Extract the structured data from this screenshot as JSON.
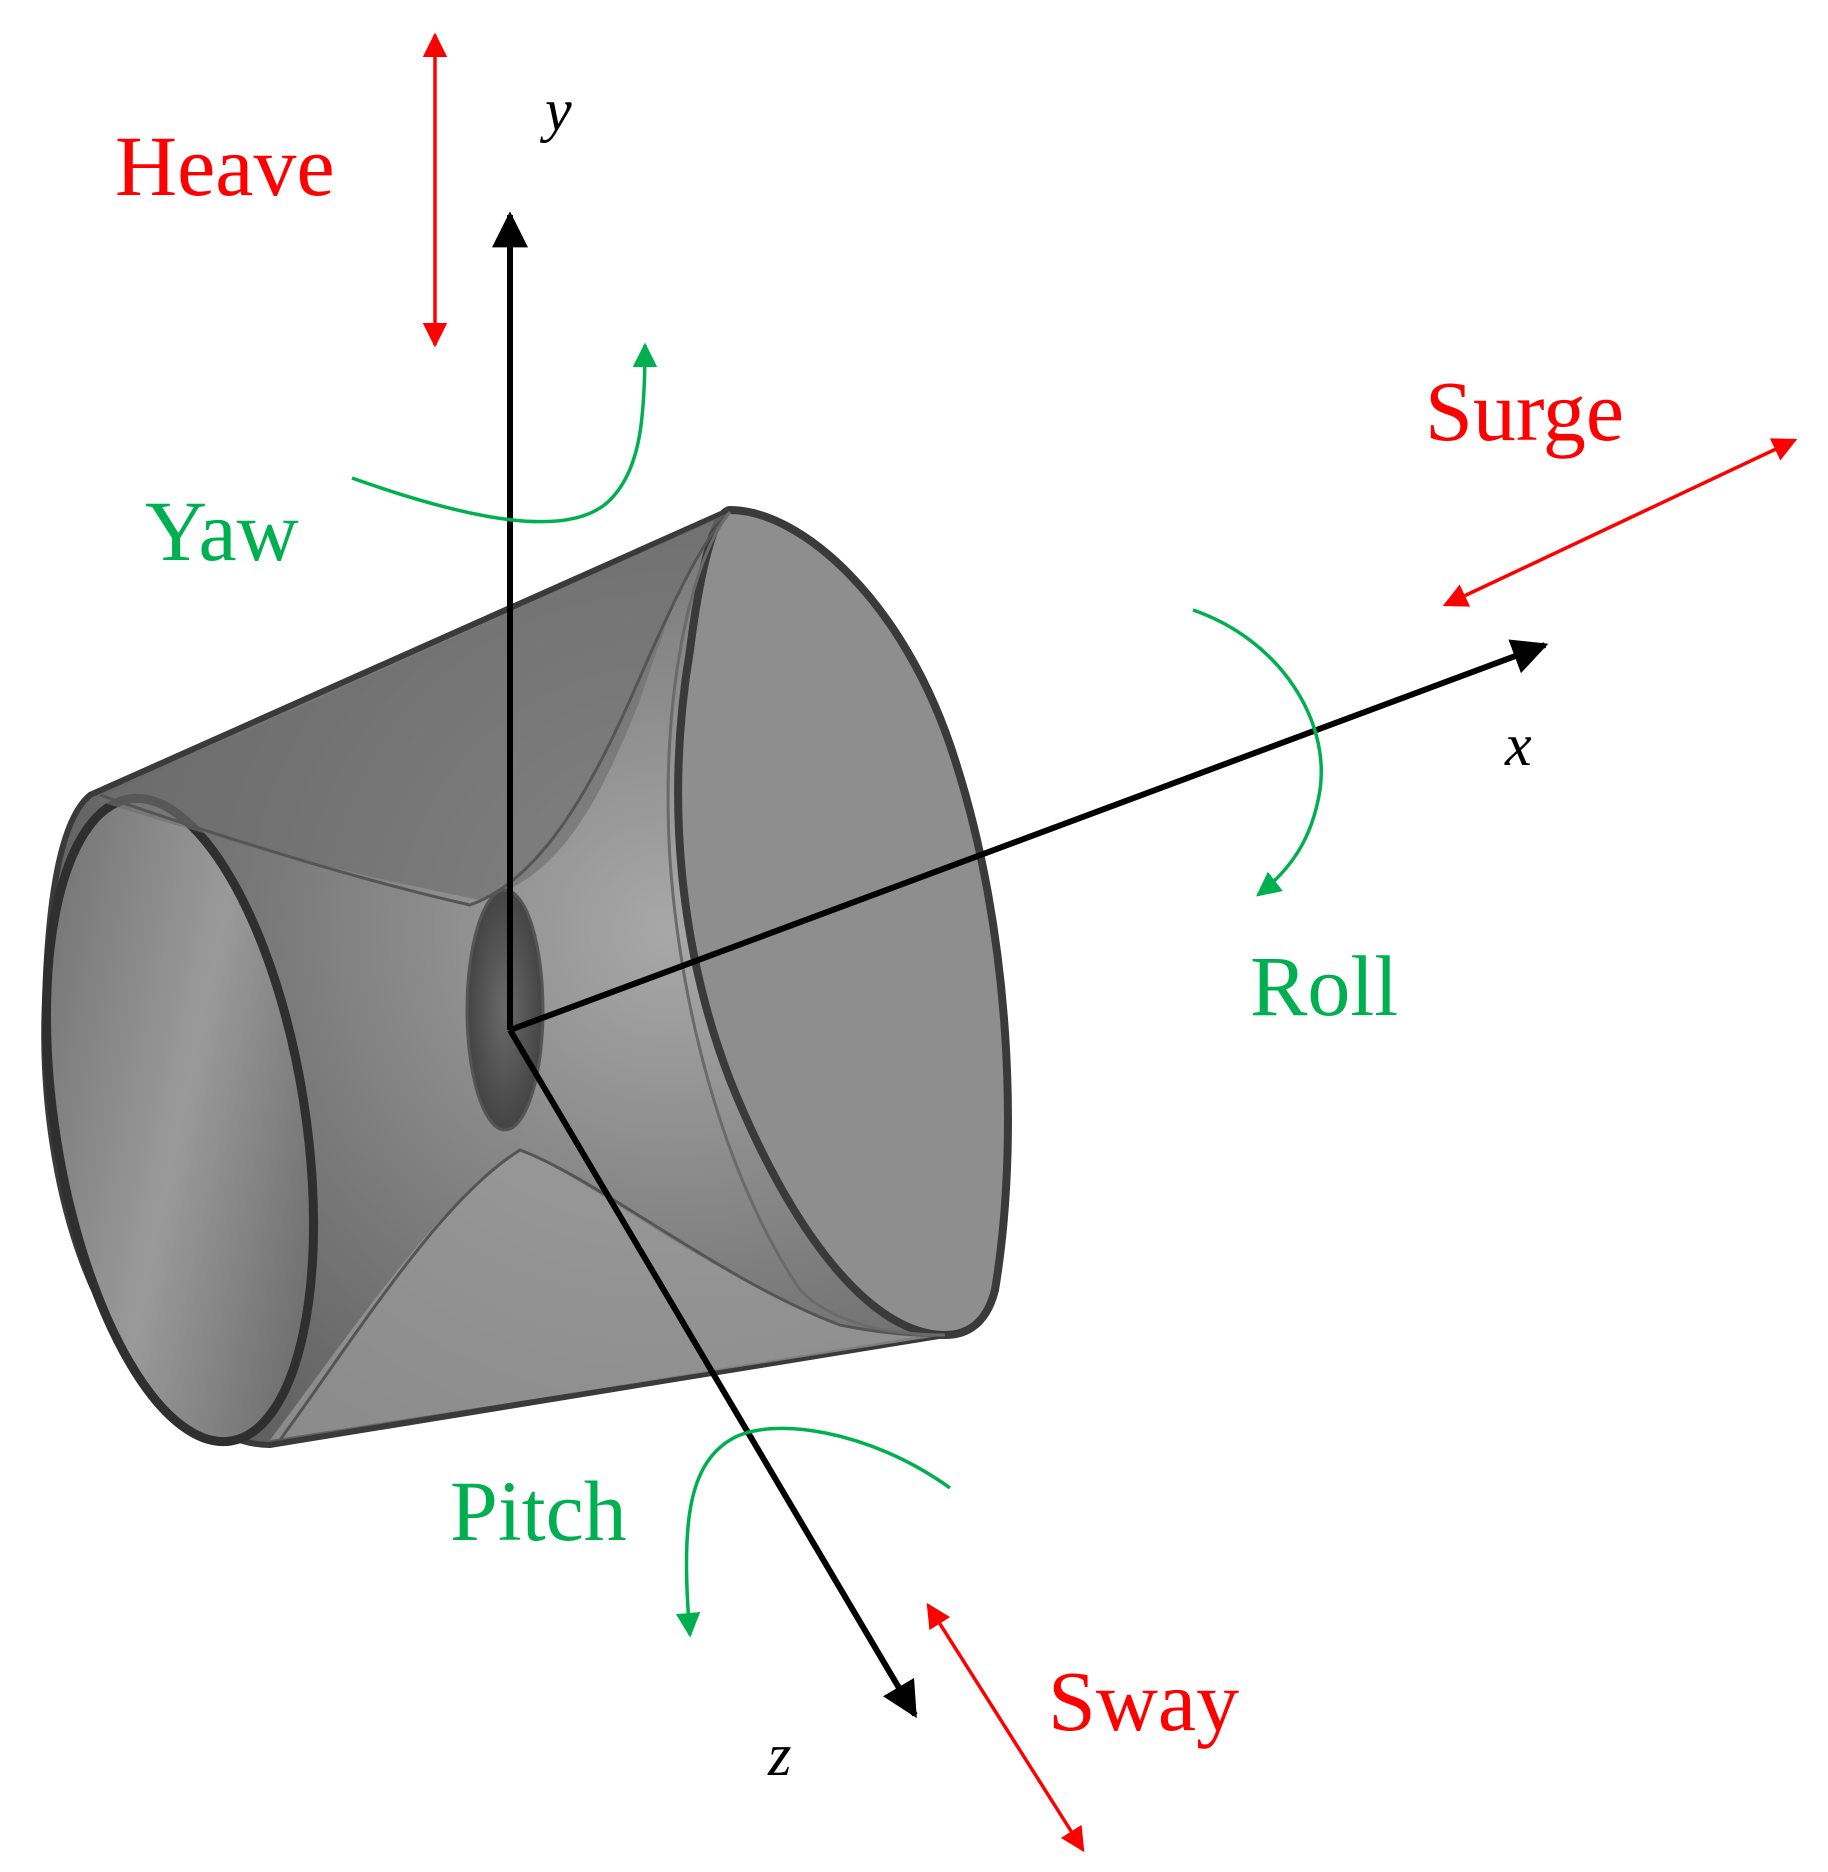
{
  "colors": {
    "translation": "#ff0000",
    "rotation": "#00b050",
    "axis": "#000000",
    "body_light": "#b3b3b3",
    "body_mid": "#8c8c8c",
    "body_dark": "#4d4d4d",
    "body_edge": "#333333"
  },
  "axes": {
    "x": "x",
    "y": "y",
    "z": "z"
  },
  "motions": {
    "heave": "Heave",
    "surge": "Surge",
    "sway": "Sway",
    "yaw": "Yaw",
    "roll": "Roll",
    "pitch": "Pitch"
  }
}
